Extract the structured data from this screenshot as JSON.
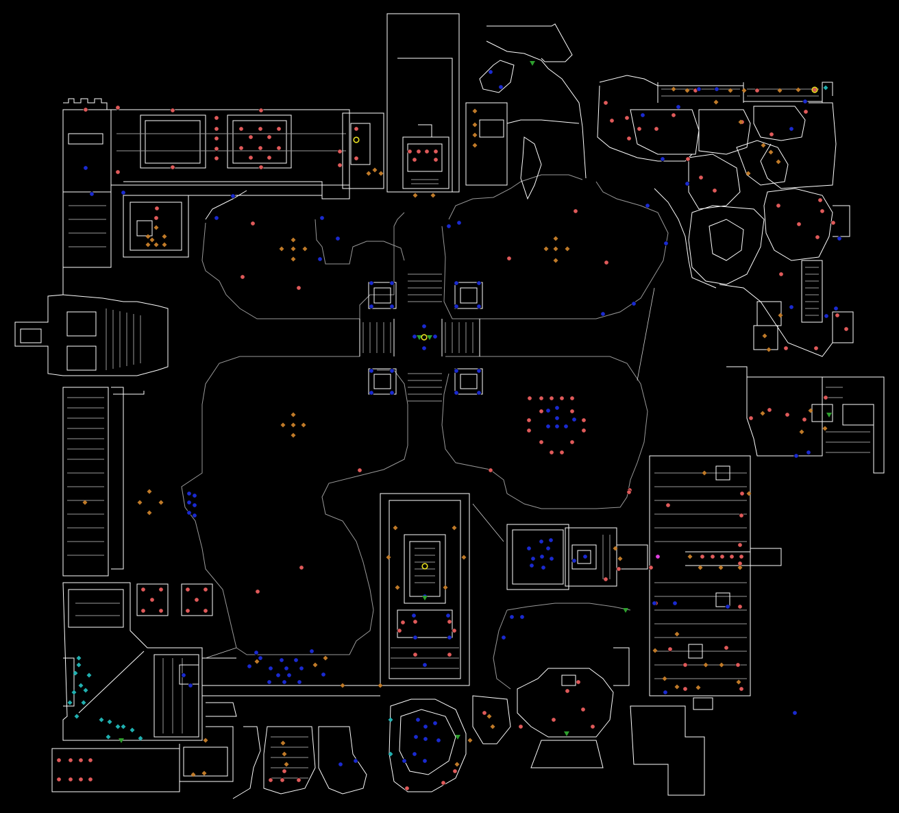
{
  "colors": {
    "background": "#000000",
    "wall": "#ffffff",
    "step": "#9a9a9a",
    "monster_red": "#e05a5a",
    "monster_blue": "#1a2ad0",
    "item_orange": "#c07a28",
    "item_teal": "#20b0b0",
    "player_green": "#2ea02e",
    "key_yellow": "#e8e020",
    "teleport_magenta": "#e040e0"
  },
  "thing_groups": [
    {
      "kind": "monster",
      "color": "monster_red",
      "icon": "red-circle-icon",
      "count": 132
    },
    {
      "kind": "monster",
      "color": "monster_blue",
      "icon": "blue-circle-icon",
      "count": 96
    },
    {
      "kind": "item",
      "color": "item_orange",
      "icon": "orange-diamond-icon",
      "count": 88
    },
    {
      "kind": "item",
      "color": "item_teal",
      "icon": "teal-diamond-icon",
      "count": 20
    },
    {
      "kind": "spawn",
      "color": "player_green",
      "icon": "green-triangle-icon",
      "count": 9
    },
    {
      "kind": "key",
      "color": "key_yellow",
      "icon": "yellow-circle-icon",
      "count": 4
    },
    {
      "kind": "teleport",
      "color": "teleport_magenta",
      "icon": "magenta-circle-icon",
      "count": 1
    }
  ]
}
